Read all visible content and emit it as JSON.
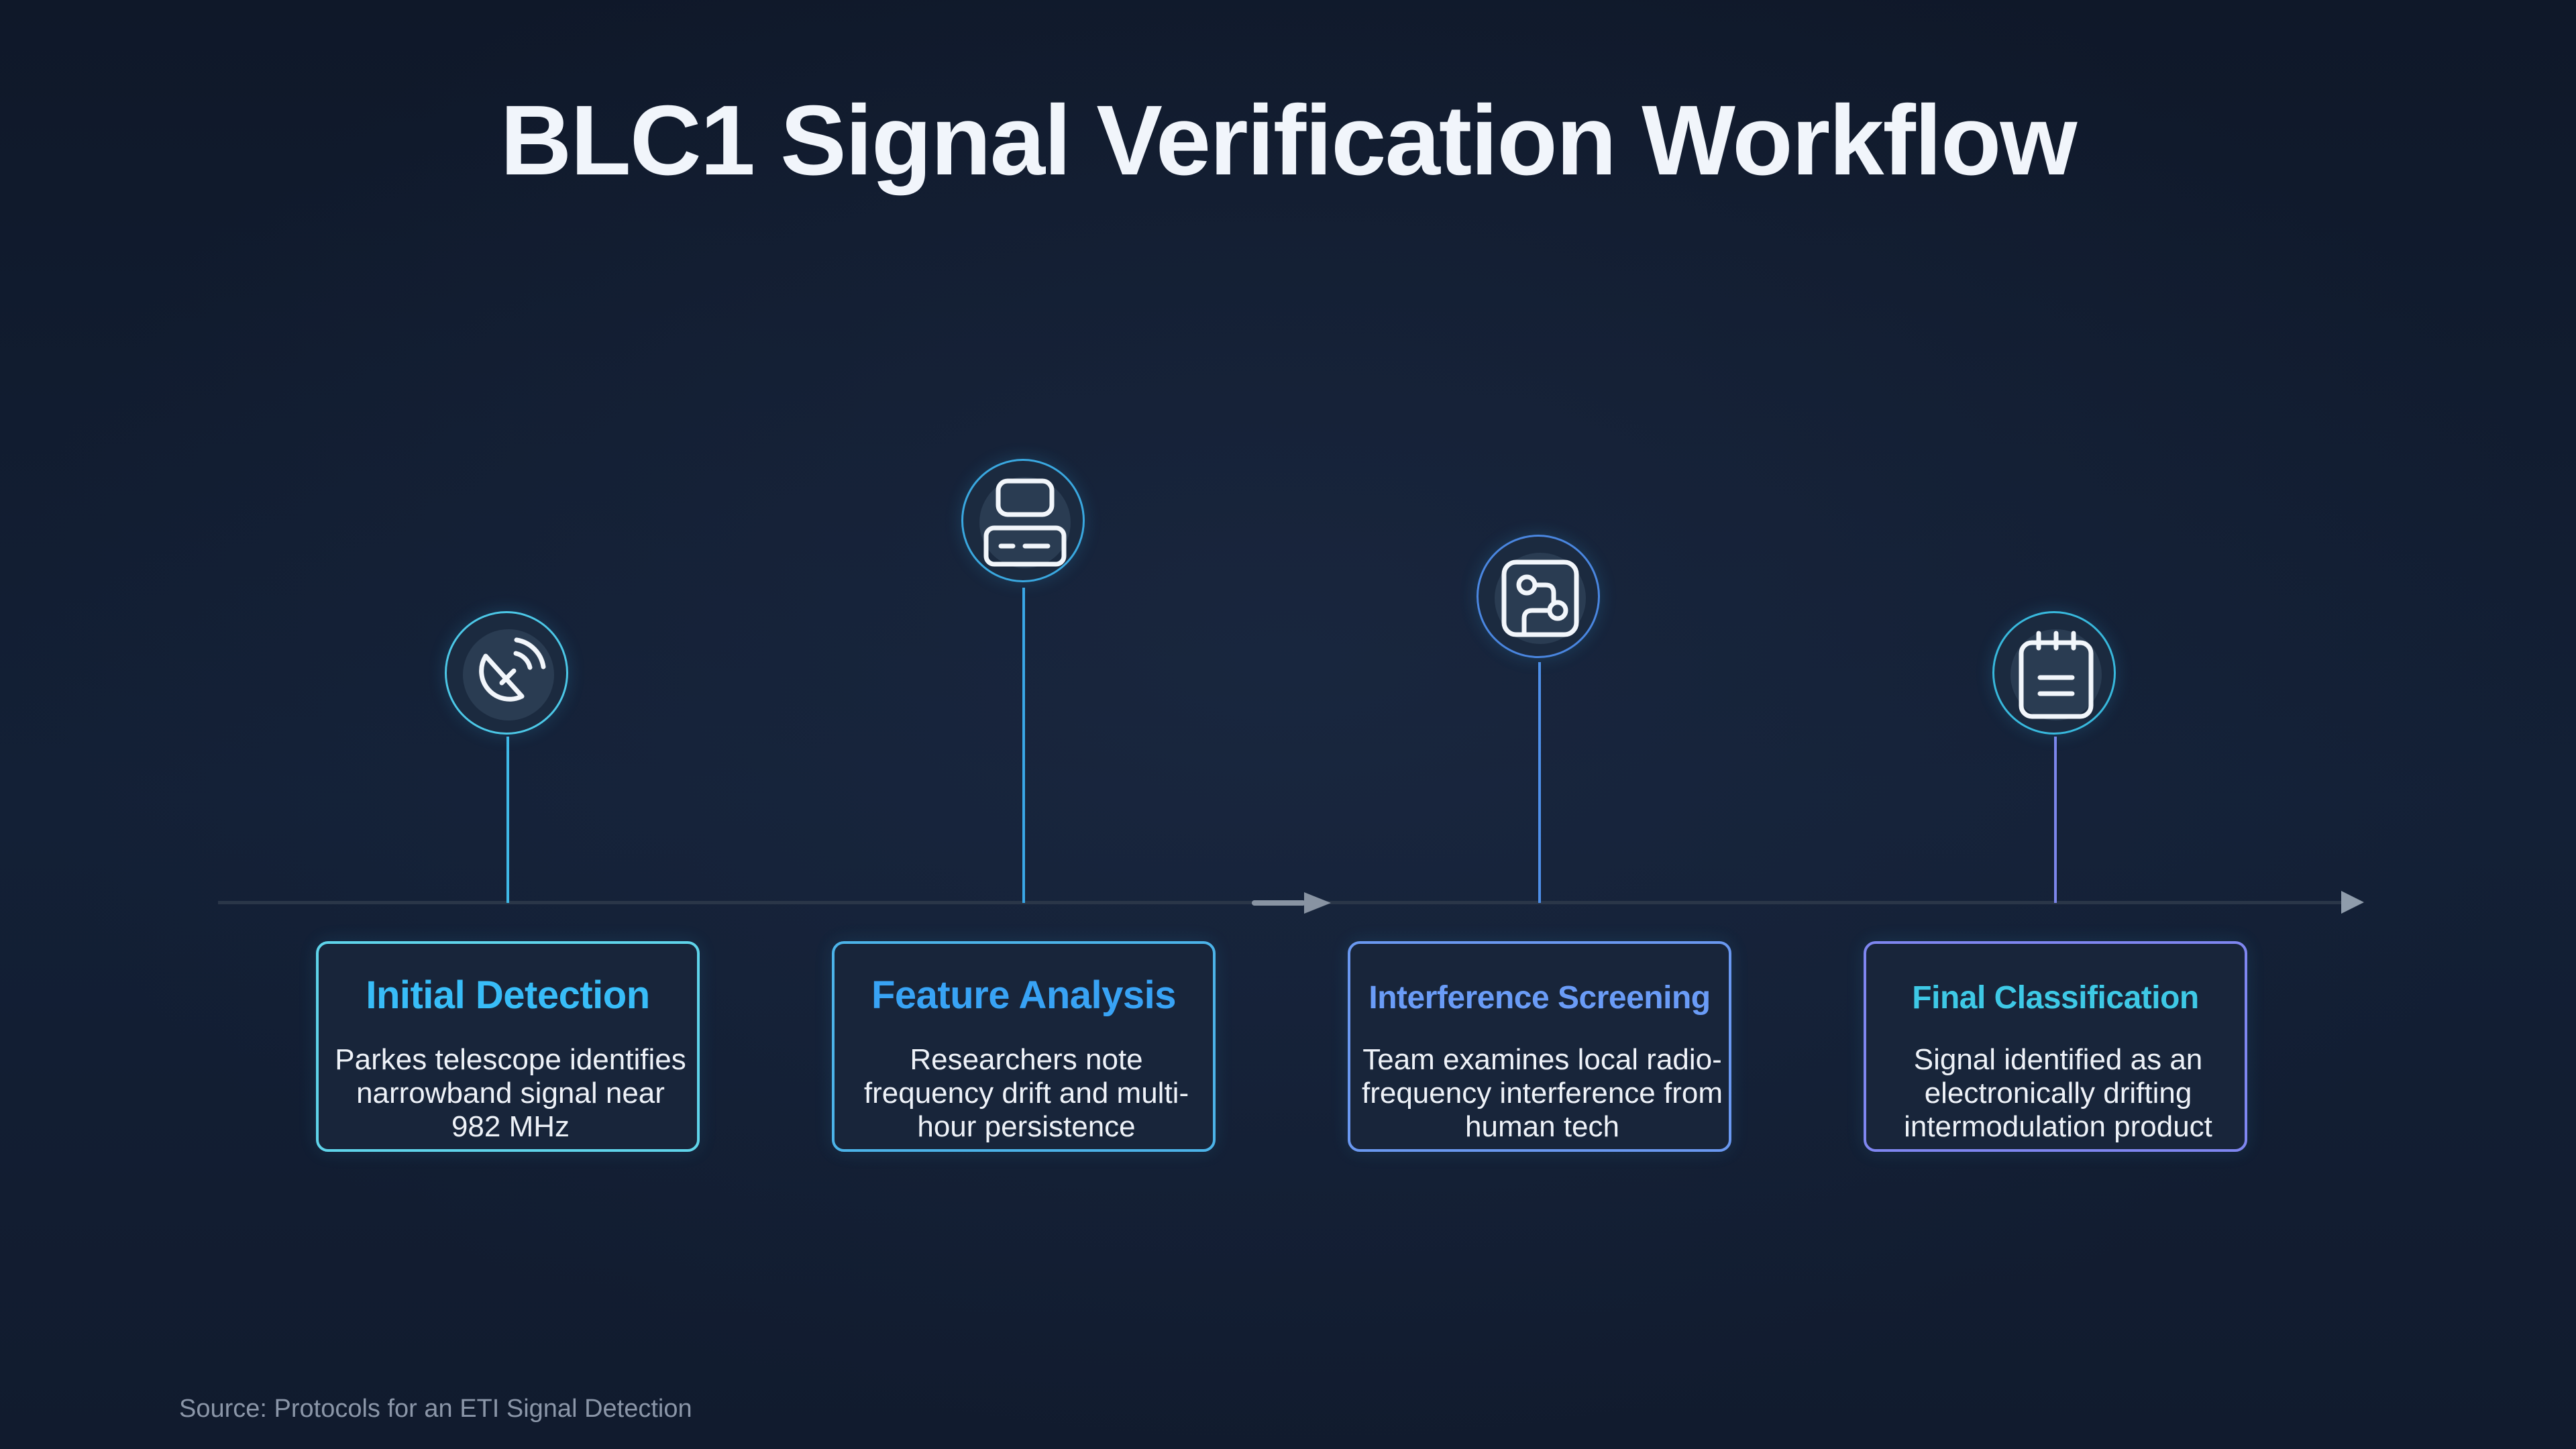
{
  "title": "BLC1 Signal Verification Workflow",
  "steps": [
    {
      "title": "Initial Detection",
      "description": "Parkes telescope identifies narrowband signal near 982 MHz",
      "icon": "satellite-dish-icon",
      "accent": "#38bdf8",
      "border": "#5fd4ea"
    },
    {
      "title": "Feature Analysis",
      "description": "Researchers note frequency drift and multi-hour persistence",
      "icon": "server-icon",
      "accent": "#38a3f5",
      "border": "#4cb3e8"
    },
    {
      "title": "Interference Screening",
      "description": "Team examines local radio-frequency interference from human tech",
      "icon": "route-icon",
      "accent": "#6a9cf7",
      "border": "#6a98f0"
    },
    {
      "title": "Final Classification",
      "description": "Signal identified as an electronically drifting intermodulation product",
      "icon": "notepad-icon",
      "accent": "#3ec9e6",
      "border": "#7f86f0"
    }
  ],
  "source": "Source: Protocols for an ETI Signal Detection"
}
